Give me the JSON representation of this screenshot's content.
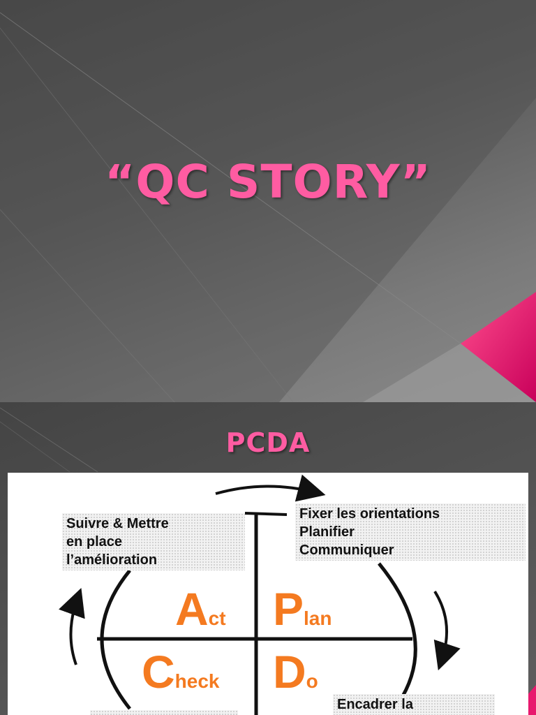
{
  "slide1": {
    "title": "“QC STORY”"
  },
  "slide2": {
    "title": "PCDA",
    "diagram": {
      "act": {
        "initial": "A",
        "rest": "ct",
        "note_lines": [
          "Suivre & Mettre",
          "en place",
          "l’amélioration"
        ]
      },
      "plan": {
        "initial": "P",
        "rest": "lan",
        "note_lines": [
          "Fixer les orientations",
          "Planifier",
          "Communiquer"
        ]
      },
      "check": {
        "initial": "C",
        "rest": "heck"
      },
      "do": {
        "initial": "D",
        "rest": "o",
        "note_lines": [
          "Encadrer la"
        ]
      }
    }
  },
  "colors": {
    "title_pink": "#ff5ca2",
    "accent_magenta": "#e8196e",
    "quadrant_orange": "#f47a20"
  }
}
